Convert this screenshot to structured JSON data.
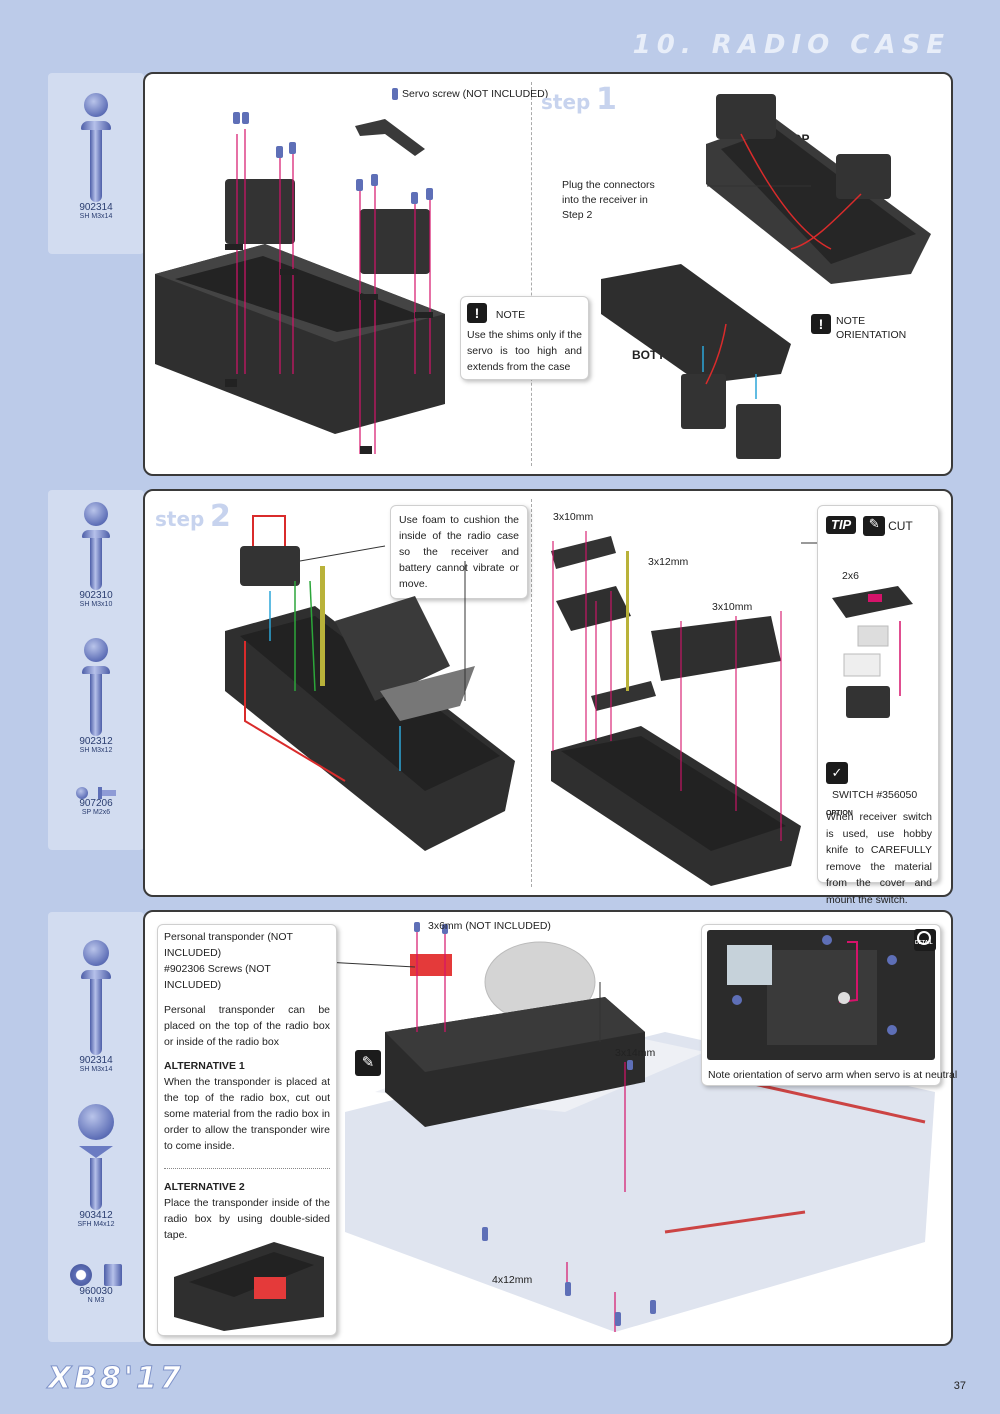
{
  "header": {
    "title": "10. RADIO CASE"
  },
  "footer": {
    "logo": "XB8'17",
    "page": "37"
  },
  "section1": {
    "parts": [
      {
        "code": "902314",
        "desc": "SH M3x14"
      }
    ],
    "left": {
      "servo_screw": "Servo screw (NOT INCLUDED)",
      "note_title": "NOTE",
      "note_text": "Use the shims only if the servo is too high and extends from the case"
    },
    "right": {
      "step_word": "step",
      "step_num": "1",
      "plug_text": "Plug the connectors into the receiver in Step 2",
      "top_label": "TOP",
      "bottom_label": "BOTTOM",
      "note_title": "NOTE",
      "note_sub": "ORIENTATION"
    }
  },
  "section2": {
    "parts": [
      {
        "code": "902310",
        "desc": "SH M3x10"
      },
      {
        "code": "902312",
        "desc": "SH M3x12"
      },
      {
        "code": "907206",
        "desc": "SP M2x6"
      }
    ],
    "left": {
      "step_word": "step",
      "step_num": "2",
      "foam_text": "Use foam to cushion the inside of the radio case so the receiver and battery cannot vibrate or move."
    },
    "right": {
      "label_3x10a": "3x10mm",
      "label_3x12": "3x12mm",
      "label_3x10b": "3x10mm",
      "tip_label": "TIP",
      "cut_label": "CUT",
      "count_label": "2x6",
      "switch_label": "SWITCH #356050",
      "option_label": "OPTION",
      "switch_text": "When receiver switch is used, use hobby knife to CAREFULLY remove the material from the cover and mount the switch."
    }
  },
  "section3": {
    "parts": [
      {
        "code": "902314",
        "desc": "SH M3x14"
      },
      {
        "code": "903412",
        "desc": "SFH M4x12"
      },
      {
        "code": "960030",
        "desc": "N M3"
      }
    ],
    "info": {
      "line1": "Personal transponder (NOT INCLUDED)",
      "line2": "#902306 Screws (NOT INCLUDED)",
      "para": "Personal transponder can be placed on the top of the radio box or inside of the radio box",
      "alt1_title": "ALTERNATIVE 1",
      "alt1_text": "When the transponder is placed at the top of the radio box, cut out some material from the radio box in order to allow the transponder wire to come inside.",
      "alt2_title": "ALTERNATIVE 2",
      "alt2_text": "Place the transponder inside of the radio box by using double-sided tape."
    },
    "label_3x6": "3x6mm (NOT INCLUDED)",
    "label_3x14": "3x14mm",
    "label_4x12": "4x12mm",
    "detail_label": "DETAIL",
    "detail_caption": "Note orientation of servo arm when servo is at neutral"
  }
}
